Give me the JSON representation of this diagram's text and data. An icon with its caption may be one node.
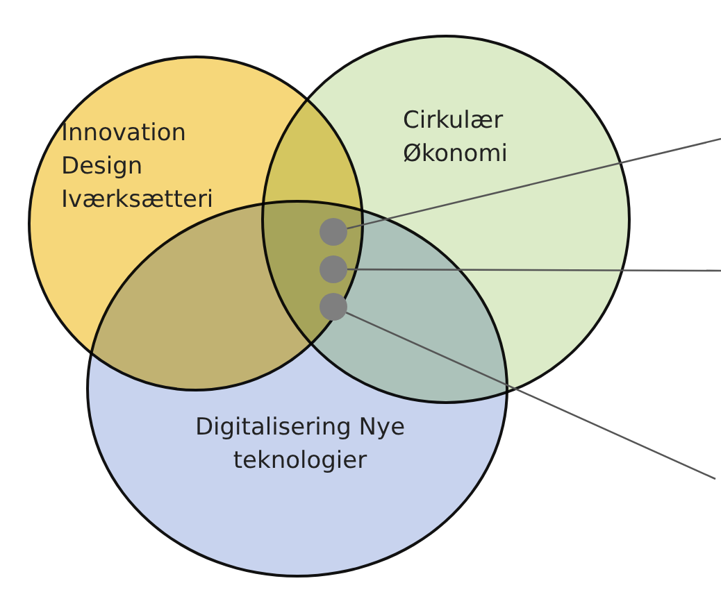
{
  "diagram": {
    "nodes": [
      {
        "text": [
          "Innovation Design Iværksætteri"
        ]
      },
      {
        "text": [
          "Cirkulær Økonomi"
        ]
      },
      {
        "text": [
          "Digitalisering Nye teknologier"
        ]
      },
      {
        "text": [],
        "shape": "circle"
      },
      {
        "text": [],
        "shape": "circle"
      },
      {
        "text": [],
        "shape": "circle"
      }
    ],
    "edges": [
      {
        "from": 3,
        "to": null,
        "arrow": "none"
      },
      {
        "from": 4,
        "to": null,
        "arrow": "none"
      },
      {
        "from": 5,
        "to": null,
        "arrow": "none"
      }
    ]
  }
}
